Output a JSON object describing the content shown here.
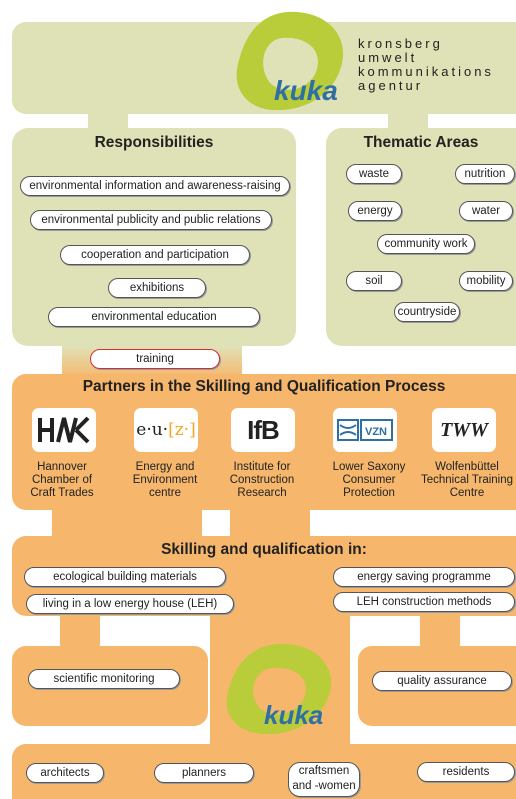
{
  "agency": {
    "lines": [
      "kronsberg",
      "umwelt",
      "kommunikations",
      "agentur"
    ],
    "logo_text": "kuka"
  },
  "responsibilities": {
    "title": "Responsibilities",
    "items": [
      "environmental information and awareness-raising",
      "environmental publicity and public relations",
      "cooperation and participation",
      "exhibitions",
      "environmental education"
    ]
  },
  "thematic": {
    "title": "Thematic Areas",
    "items": [
      "waste",
      "nutrition",
      "energy",
      "water",
      "community work",
      "soil",
      "mobility",
      "countryside"
    ]
  },
  "training": "training",
  "partners": {
    "title": "Partners in the Skilling and Qualification Process",
    "items": [
      {
        "logo": "HWK",
        "name": "Hannover Chamber of Craft Trades"
      },
      {
        "logo": "e·u·[z·]",
        "name": "Energy and Environment centre"
      },
      {
        "logo": "IfB",
        "name": "Institute for Construction Research"
      },
      {
        "logo": "VZN",
        "name": "Lower Saxony Consumer Protection"
      },
      {
        "logo": "TWW",
        "name": "Wolfenbüttel Technical Training Centre"
      }
    ]
  },
  "skilling": {
    "title": "Skilling and qualification in:",
    "left": [
      "ecological building materials",
      "living in a low energy house (LEH)"
    ],
    "right": [
      "energy saving programme",
      "LEH construction methods"
    ],
    "monitoring": "scientific monitoring",
    "quality": "quality assurance"
  },
  "audience": [
    "architects",
    "planners",
    "craftsmen and -women",
    "residents"
  ],
  "colors": {
    "green": "#dfe2b7",
    "orange": "#f6b76c",
    "logo_green": "#b9cc3a",
    "logo_blue": "#2f6fa3"
  }
}
